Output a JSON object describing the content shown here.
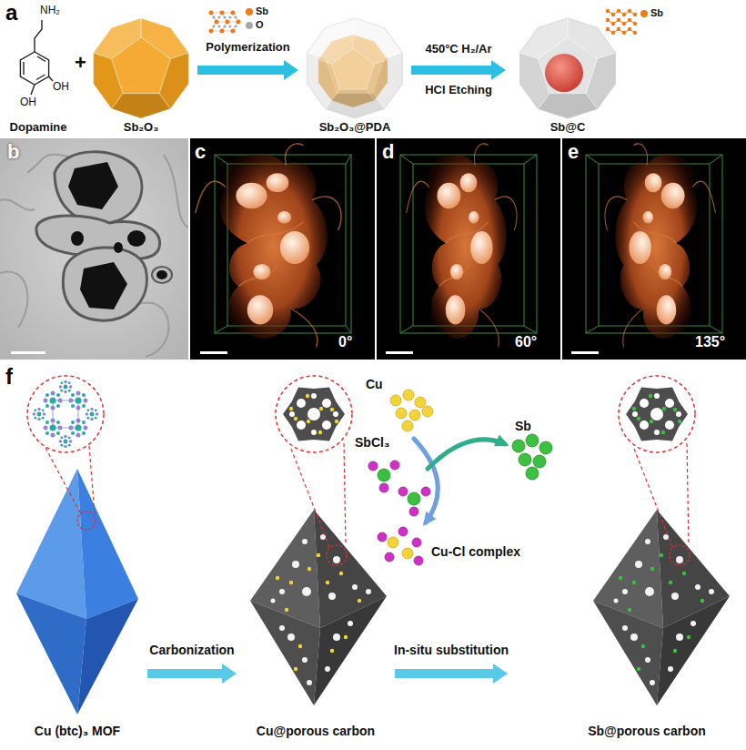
{
  "diagram": {
    "nodes": [
      {
        "text": [
          "Dopamine"
        ]
      },
      {
        "text": [
          "Sb₂O₃"
        ]
      },
      {
        "text": [
          "Sb₂O₃@PDA"
        ]
      },
      {
        "text": [
          "Sb@C"
        ]
      },
      {
        "text": [
          "Cu (btc)₃ MOF"
        ]
      },
      {
        "text": [
          "Cu@porous carbon"
        ]
      },
      {
        "text": [
          "Sb@porous carbon"
        ]
      }
    ],
    "edges": [
      {
        "from": 1,
        "to": 2,
        "arrow": "to",
        "label": "Polymerization"
      },
      {
        "from": 2,
        "to": 3,
        "arrow": "to",
        "label": "450°C H₂/Ar"
      },
      {
        "from": 4,
        "to": 5,
        "arrow": "to",
        "label": "Carbonization"
      },
      {
        "from": 5,
        "to": 6,
        "arrow": "to",
        "label": "In-situ substitution"
      }
    ],
    "labels": [
      "a",
      "NH₂",
      "OH",
      "OH",
      "+",
      "HCl Etching",
      "b",
      "c",
      "0°",
      "d",
      "60°",
      "e",
      "135°",
      "f",
      "Cu",
      "SbCl₃",
      "Sb",
      "Cu-Cl complex"
    ],
    "legend": [
      {
        "text": "Sb",
        "color": "#f07a1a"
      },
      {
        "text": "O",
        "color": "#a8a8a8"
      },
      {
        "text": "Sb",
        "color": "#f07a1a"
      }
    ]
  }
}
